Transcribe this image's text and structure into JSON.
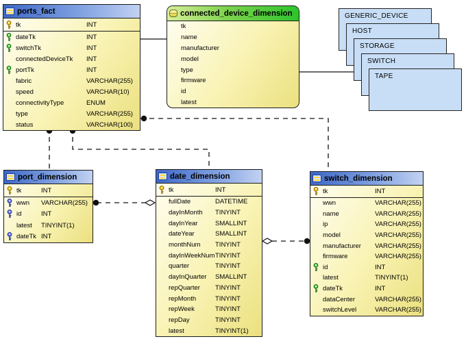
{
  "tables": [
    {
      "id": "ports_fact",
      "title": "ports_fact",
      "header": "blue",
      "columns": [
        {
          "name": "tk",
          "type": "INT",
          "key": "gold"
        },
        {
          "name": "dateTk",
          "type": "INT",
          "key": "green"
        },
        {
          "name": "switchTk",
          "type": "INT",
          "key": "green"
        },
        {
          "name": "connectedDeviceTk",
          "type": "INT",
          "key": null
        },
        {
          "name": "portTk",
          "type": "INT",
          "key": "green"
        },
        {
          "name": "fabric",
          "type": "VARCHAR(255)",
          "key": null
        },
        {
          "name": "speed",
          "type": "VARCHAR(10)",
          "key": null
        },
        {
          "name": "connectivityType",
          "type": "ENUM",
          "key": null
        },
        {
          "name": "type",
          "type": "VARCHAR(255)",
          "key": null
        },
        {
          "name": "status",
          "type": "VARCHAR(100)",
          "key": null
        }
      ]
    },
    {
      "id": "connected_device_dimension",
      "title": "connected_device_dimension",
      "header": "green",
      "columns": [
        {
          "name": "tk",
          "key": null
        },
        {
          "name": "name",
          "key": null
        },
        {
          "name": "manufacturer",
          "key": null
        },
        {
          "name": "model",
          "key": null
        },
        {
          "name": "type",
          "key": null
        },
        {
          "name": "firmware",
          "key": null
        },
        {
          "name": "id",
          "key": null
        },
        {
          "name": "latest",
          "key": null
        }
      ]
    },
    {
      "id": "port_dimension",
      "title": "port_dimension",
      "header": "blue",
      "columns": [
        {
          "name": "tk",
          "type": "INT",
          "key": "gold"
        },
        {
          "name": "wwn",
          "type": "VARCHAR(255)",
          "key": "blue"
        },
        {
          "name": "id",
          "type": "INT",
          "key": "blue"
        },
        {
          "name": "latest",
          "type": "TINYINT(1)",
          "key": null
        },
        {
          "name": "dateTk",
          "type": "INT",
          "key": "blue"
        }
      ]
    },
    {
      "id": "date_dimension",
      "title": "date_dimension",
      "header": "blue",
      "columns": [
        {
          "name": "tk",
          "type": "INT",
          "key": "gold"
        },
        {
          "name": "fullDate",
          "type": "DATETIME",
          "key": null
        },
        {
          "name": "dayInMonth",
          "type": "TINYINT",
          "key": null
        },
        {
          "name": "dayInYear",
          "type": "SMALLINT",
          "key": null
        },
        {
          "name": "dateYear",
          "type": "SMALLINT",
          "key": null
        },
        {
          "name": "monthNum",
          "type": "TINYINT",
          "key": null
        },
        {
          "name": "dayInWeekNum",
          "type": "TINYINT",
          "key": null
        },
        {
          "name": "quarter",
          "type": "TINYINT",
          "key": null
        },
        {
          "name": "dayInQuarter",
          "type": "SMALLINT",
          "key": null
        },
        {
          "name": "repQuarter",
          "type": "TINYINT",
          "key": null
        },
        {
          "name": "repMonth",
          "type": "TINYINT",
          "key": null
        },
        {
          "name": "repWeek",
          "type": "TINYINT",
          "key": null
        },
        {
          "name": "repDay",
          "type": "TINYINT",
          "key": null
        },
        {
          "name": "latest",
          "type": "TINYINT(1)",
          "key": null
        }
      ]
    },
    {
      "id": "switch_dimension",
      "title": "switch_dimension",
      "header": "blue",
      "columns": [
        {
          "name": "tk",
          "type": "INT",
          "key": "gold"
        },
        {
          "name": "wwn",
          "type": "VARCHAR(255)",
          "key": null
        },
        {
          "name": "name",
          "type": "VARCHAR(255)",
          "key": null
        },
        {
          "name": "ip",
          "type": "VARCHAR(255)",
          "key": null
        },
        {
          "name": "model",
          "type": "VARCHAR(255)",
          "key": null
        },
        {
          "name": "manufacturer",
          "type": "VARCHAR(255)",
          "key": null
        },
        {
          "name": "firmware",
          "type": "VARCHAR(255)",
          "key": null
        },
        {
          "name": "id",
          "type": "INT",
          "key": "green"
        },
        {
          "name": "latest",
          "type": "TINYINT(1)",
          "key": null
        },
        {
          "name": "dateTk",
          "type": "INT",
          "key": "green"
        },
        {
          "name": "dataCenter",
          "type": "VARCHAR(255)",
          "key": null
        },
        {
          "name": "switchLevel",
          "type": "VARCHAR(255)",
          "key": null
        }
      ]
    }
  ],
  "stack": [
    {
      "label": "GENERIC_DEVICE"
    },
    {
      "label": "HOST"
    },
    {
      "label": "STORAGE"
    },
    {
      "label": "SWITCH"
    },
    {
      "label": "TAPE"
    }
  ],
  "colors": {
    "header_blue_left": "#3e68c8",
    "header_blue_right": "#c2d2f2",
    "header_green_left": "#d8ee9a",
    "header_green_right": "#2cc42c",
    "table_body_top": "#fffef4",
    "table_body_bottom": "#ebe07f",
    "stack_fill": "#c8def6",
    "key_primary": "#f0c420",
    "key_foreign_green": "#55cc44",
    "key_foreign_blue": "#6677ee",
    "line": "#111111"
  }
}
